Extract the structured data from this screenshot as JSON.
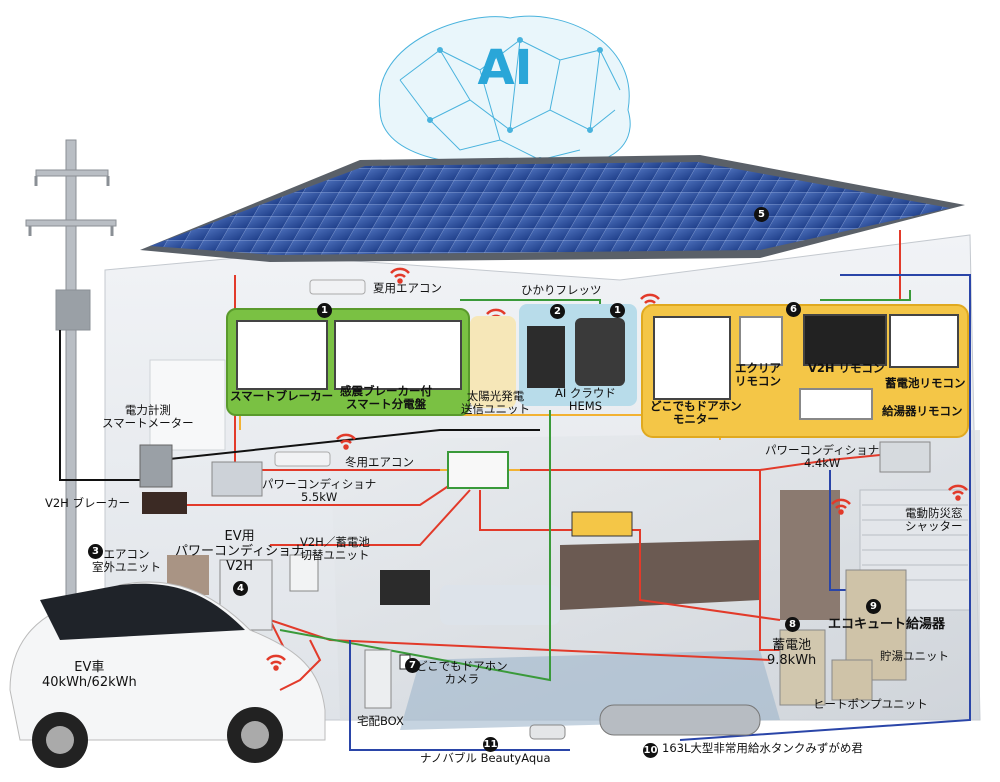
{
  "ai_label": "AI",
  "markers": {
    "m1a": "1",
    "m1b": "1",
    "m2": "2",
    "m3": "3",
    "m4": "4",
    "m5": "5",
    "m6": "6",
    "m7": "7",
    "m8": "8",
    "m9": "9",
    "m10": "10",
    "m11": "11"
  },
  "labels": {
    "summer_aircon": "夏用エアコン",
    "hikari_flets": "ひかりフレッツ",
    "smart_breaker": "スマートブレーカー",
    "quake_breaker": "感震ブレーカー付\nスマート分電盤",
    "solar_transmitter": "太陽光発電\n送信ユニット",
    "ai_cloud_hems": "AI クラウド\nHEMS",
    "doorphone_monitor": "どこでもドアホン\nモニター",
    "ecriare_remote": "エクリア\nリモコン",
    "v2h_remote": "V2H リモコン",
    "battery_remote": "蓄電池リモコン",
    "water_heater_remote": "給湯器リモコン",
    "power_meter": "電力計測\nスマートメーター",
    "winter_aircon": "冬用エアコン",
    "v2h_breaker": "V2H ブレーカー",
    "power_conditioner_55": "パワーコンディショナ\n5.5kW",
    "power_conditioner_44": "パワーコンディショナ\n4.4kW",
    "aircon_outdoor": "エアコン\n室外ユニット",
    "ev_power_conditioner": "EV用\nパワーコンディショナ\nV2H",
    "v2h_switch_unit": "V2H／蓄電池\n切替ユニット",
    "disaster_shutter": "電動防災窓\nシャッター",
    "ecocute": "エコキュート給湯器",
    "hot_water_tank": "貯湯ユニット",
    "battery": "蓄電池\n9.8kWh",
    "heat_pump": "ヒートポンプユニット",
    "door_camera": "どこでもドアホン\nカメラ",
    "delivery_box": "宅配BOX",
    "ev_car": "EV車\n40kWh/62kWh",
    "nano_bubble": "ナノバブル BeautyAqua",
    "water_tank": "163L大型非常用給水タンクみずがめ君"
  },
  "colors": {
    "green_panel": "#7ac143",
    "yellow_panel": "#f4c647",
    "blue_panel": "#b8dcea",
    "cream_panel": "#f6e7b8",
    "wire_red": "#e23a2a",
    "wire_green": "#3a9a3a",
    "wire_blue": "#2a45a8",
    "wire_orange": "#f2b233",
    "ai_brain": "#2aa6d8"
  }
}
